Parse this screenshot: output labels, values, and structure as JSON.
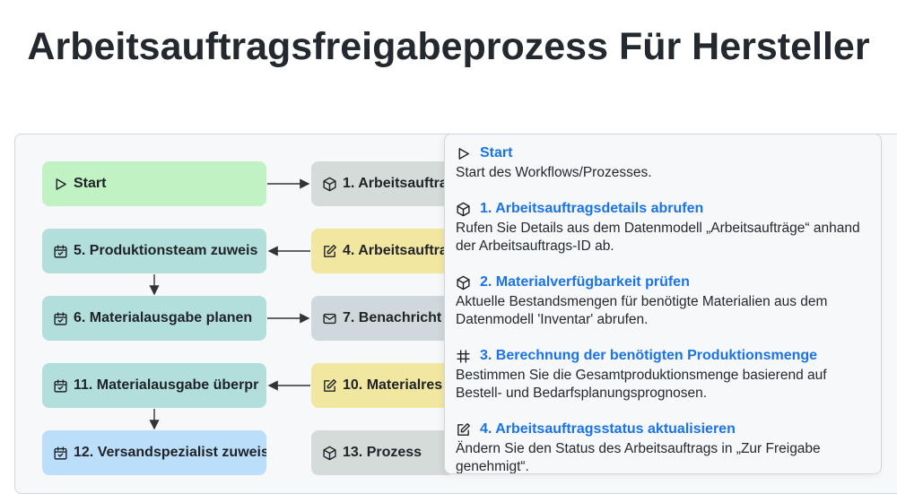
{
  "title": "Arbeitsauftragsfreigabeprozess Für Hersteller",
  "flow": {
    "nodes": [
      {
        "id": "start",
        "label": "Start",
        "icon": "play-icon"
      },
      {
        "id": "n1",
        "label": "1. Arbeitsauftra",
        "icon": "cube-icon"
      },
      {
        "id": "n5",
        "label": "5. Produktionsteam zuweis",
        "icon": "calendar-check-icon"
      },
      {
        "id": "n4",
        "label": "4. Arbeitsauftra",
        "icon": "edit-icon"
      },
      {
        "id": "n6",
        "label": "6. Materialausgabe planen",
        "icon": "calendar-check-icon"
      },
      {
        "id": "n7",
        "label": "7. Benachricht",
        "icon": "mail-icon"
      },
      {
        "id": "n11",
        "label": "11. Materialausgabe überpr",
        "icon": "calendar-check-icon"
      },
      {
        "id": "n10",
        "label": "10. Materialres",
        "icon": "edit-icon"
      },
      {
        "id": "n12",
        "label": "12. Versandspezialist zuweis",
        "icon": "calendar-check-icon"
      },
      {
        "id": "n13",
        "label": "13. Prozess",
        "icon": "cube-icon"
      }
    ]
  },
  "details": [
    {
      "icon": "play-icon",
      "title": "Start",
      "desc": "Start des Workflows/Prozesses."
    },
    {
      "icon": "cube-icon",
      "title": "1. Arbeitsauftragsdetails abrufen",
      "desc": "Rufen Sie Details aus dem Datenmodell „Arbeitsaufträge“ anhand der Arbeitsauftrags-ID ab."
    },
    {
      "icon": "cube-icon",
      "title": "2. Materialverfügbarkeit prüfen",
      "desc": "Aktuelle Bestandsmengen für benötigte Materialien aus dem Datenmodell 'Inventar' abrufen."
    },
    {
      "icon": "calculator-icon",
      "title": "3. Berechnung der benötigten Produktionsmenge",
      "desc": "Bestimmen Sie die Gesamtproduktionsmenge basierend auf Bestell- und Bedarfsplanungsprognosen."
    },
    {
      "icon": "edit-icon",
      "title": "4. Arbeitsauftragsstatus aktualisieren",
      "desc": "Ändern Sie den Status des Arbeitsauftrags in „Zur Freigabe genehmigt“."
    }
  ]
}
